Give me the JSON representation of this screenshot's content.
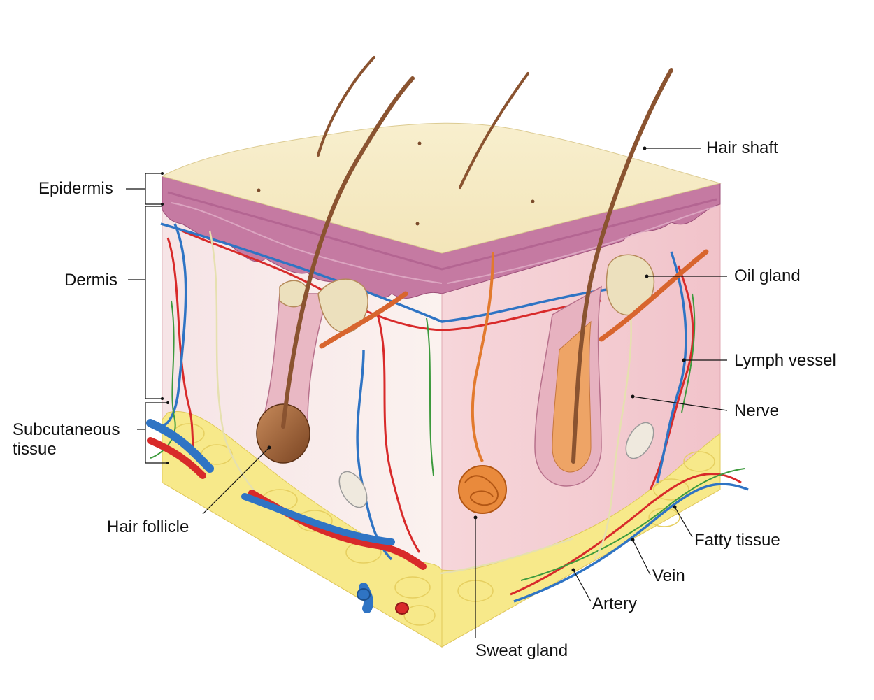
{
  "labels": {
    "epidermis": "Epidermis",
    "dermis": "Dermis",
    "subcutaneous_line1": "Subcutaneous",
    "subcutaneous_line2": "tissue",
    "hair_follicle": "Hair follicle",
    "hair_shaft": "Hair shaft",
    "oil_gland": "Oil gland",
    "lymph_vessel": "Lymph vessel",
    "nerve": "Nerve",
    "fatty_tissue": "Fatty tissue",
    "vein": "Vein",
    "artery": "Artery",
    "sweat_gland": "Sweat gland"
  },
  "colors": {
    "surface": "#f6ebc4",
    "epidermis": "#c57aa2",
    "dermis_left": "#f8e9e9",
    "dermis_right": "#f3c9cf",
    "fat": "#f7e98a",
    "hair": "#8a5330",
    "artery": "#d82a2a",
    "vein": "#2f74c4",
    "lymph": "#3c9a3c",
    "nerve": "#e8e3b8",
    "sweat_gland": "#e27a2e",
    "oil_gland": "#ece0bd",
    "muscle": "#d8652e"
  }
}
